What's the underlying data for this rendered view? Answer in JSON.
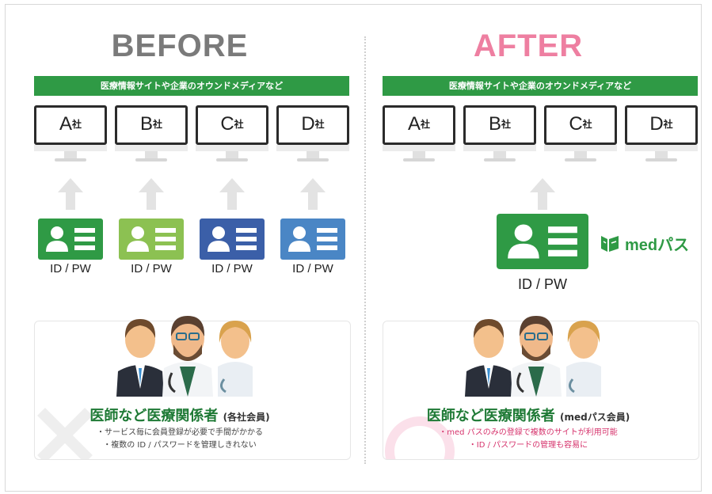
{
  "before": {
    "heading": "BEFORE",
    "banner": "医療情報サイトや企業のオウンドメディアなど",
    "sites": [
      {
        "letter": "A",
        "suffix": "社"
      },
      {
        "letter": "B",
        "suffix": "社"
      },
      {
        "letter": "C",
        "suffix": "社"
      },
      {
        "letter": "D",
        "suffix": "社"
      }
    ],
    "cards": [
      {
        "label": "ID / PW",
        "color": "#2f9a45"
      },
      {
        "label": "ID / PW",
        "color": "#8cc152"
      },
      {
        "label": "ID / PW",
        "color": "#3b5fa8"
      },
      {
        "label": "ID / PW",
        "color": "#4a86c5"
      }
    ],
    "group_title": "医師など医療関係者",
    "group_sub": "(各社会員)",
    "bullets": [
      "・サービス毎に会員登録が必要で手間がかかる",
      "・複数の ID / パスワードを管理しきれない"
    ]
  },
  "after": {
    "heading": "AFTER",
    "banner": "医療情報サイトや企業のオウンドメディアなど",
    "sites": [
      {
        "letter": "A",
        "suffix": "社"
      },
      {
        "letter": "B",
        "suffix": "社"
      },
      {
        "letter": "C",
        "suffix": "社"
      },
      {
        "letter": "D",
        "suffix": "社"
      }
    ],
    "card": {
      "label": "ID / PW",
      "color": "#2f9a45"
    },
    "logo": {
      "text": "medパス",
      "color": "#2f9a45"
    },
    "group_title": "医師など医療関係者",
    "group_sub": "(medパス会員)",
    "bullets": [
      "・med パスのみの登録で複数のサイトが利用可能",
      "・ID / パスワードの管理も容易に"
    ]
  },
  "colors": {
    "green": "#2f9a45",
    "pink": "#ee7fa1",
    "arrow": "#e3e3e3"
  }
}
